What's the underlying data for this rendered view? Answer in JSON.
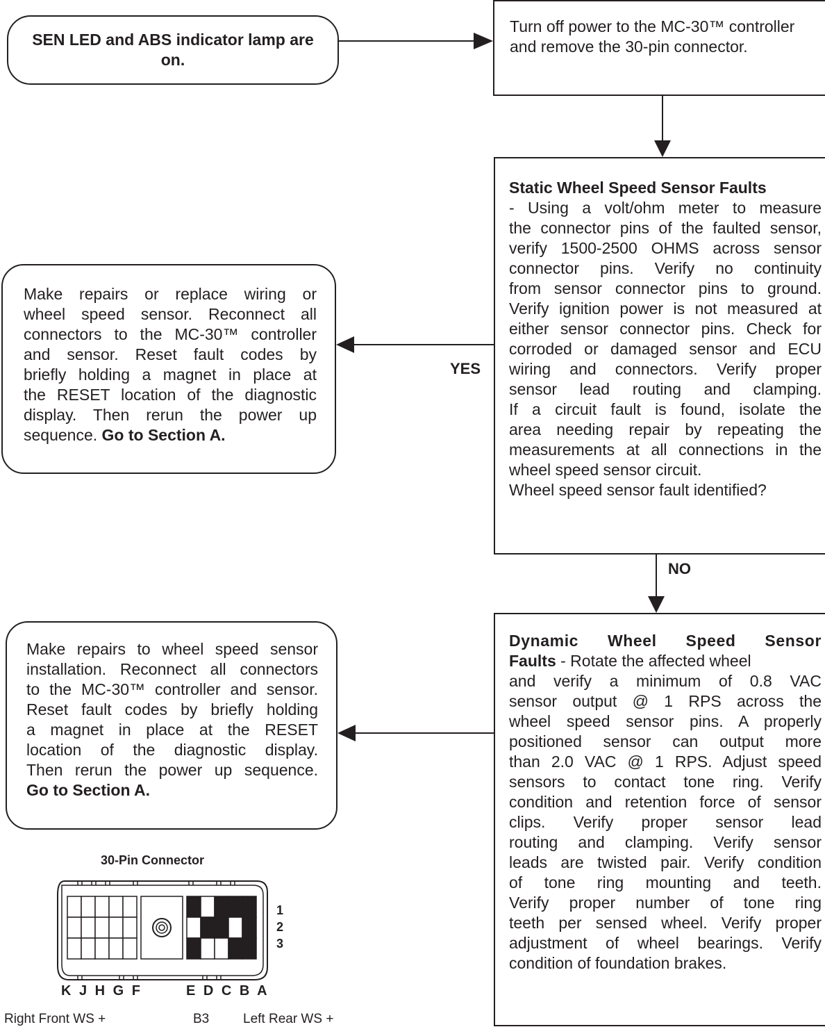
{
  "start": {
    "text": "SEN LED and ABS indicator lamp are on."
  },
  "step1": {
    "text": "Turn off power to the MC-30™ controller and remove the 30-pin connector."
  },
  "step2": {
    "title": "Static Wheel Speed Sensor Faults",
    "lines": [
      "- Using a volt/ohm meter to measure",
      "the connector pins of the faulted sensor,",
      "verify 1500-2500 OHMS across sensor",
      "connector pins.  Verify no continuity",
      "from sensor connector pins to ground.",
      "Verify ignition power is not measured at",
      "either sensor connector pins.  Check for",
      "corroded or damaged sensor and ECU",
      "wiring and connectors. Verify proper",
      "sensor lead routing and clamping.",
      "If a circuit fault is found, isolate the",
      "area needing repair by repeating the",
      "measurements at all connections in the",
      "wheel speed sensor circuit."
    ],
    "question": "Wheel speed sensor fault identified?"
  },
  "repair1": {
    "lines": [
      "Make repairs or replace wiring or",
      "wheel speed sensor.  Reconnect all",
      "connectors to the MC-30™ controller",
      "and sensor.  Reset fault codes by",
      "briefly holding a magnet in place at",
      "the RESET location of the diagnostic",
      "display.  Then rerun the power up"
    ],
    "last_line": "sequence.",
    "goto": "Go to Section A."
  },
  "step3": {
    "title_a": "Dynamic Wheel Speed Sensor",
    "title_b": "Faults",
    "first_rest": " - Rotate the affected wheel",
    "lines": [
      "and verify a minimum of 0.8 VAC",
      "sensor output @ 1 RPS across the",
      "wheel speed sensor pins.  A properly",
      "positioned sensor can output more",
      "than 2.0 VAC @ 1 RPS. Adjust speed",
      "sensors to contact  tone ring.  Verify",
      "condition and retention force of sensor",
      "clips.  Verify proper sensor lead",
      "routing and clamping.  Verify sensor",
      "leads are twisted pair. Verify condition",
      "of tone ring mounting and teeth.",
      "Verify proper number of tone ring",
      "teeth per sensed wheel. Verify proper",
      "adjustment of wheel bearings.  Verify"
    ],
    "last_line": "condition of foundation brakes."
  },
  "repair2": {
    "lines": [
      "Make repairs to wheel speed sensor",
      "installation. Reconnect all connectors",
      "to the MC-30™ controller and sensor.",
      "Reset fault codes by briefly holding",
      "a magnet in place at the RESET",
      "location of the diagnostic display."
    ],
    "last_line": "Then rerun the power up sequence.",
    "goto": "Go to Section A."
  },
  "labels": {
    "yes": "YES",
    "no": "NO"
  },
  "connector": {
    "title": "30-Pin Connector",
    "rows": [
      "1",
      "2",
      "3"
    ],
    "letters_left": "K J H G F",
    "letters_right": "E D C B A"
  },
  "legend": {
    "left": "Right Front WS +",
    "mid": "B3",
    "right": "Left Rear WS +"
  }
}
